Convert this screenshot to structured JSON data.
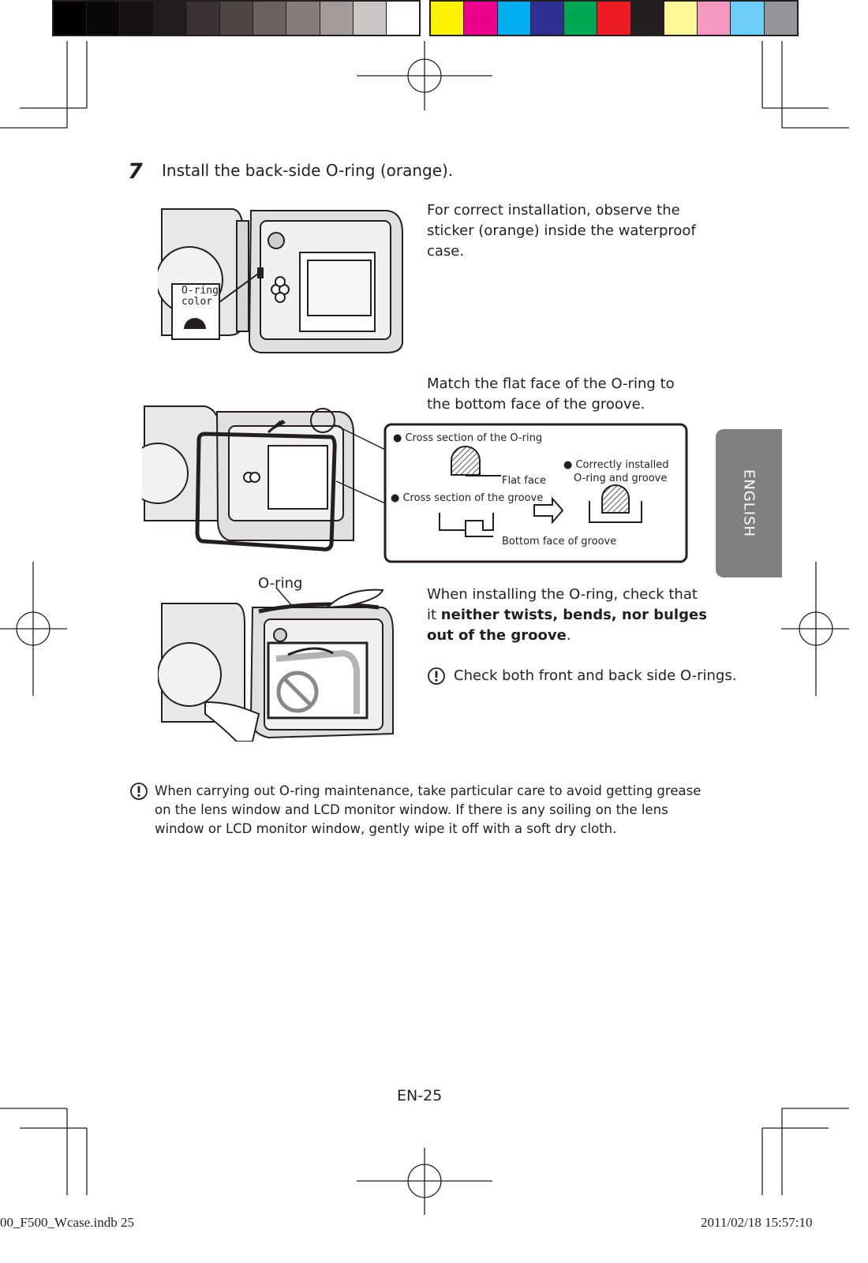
{
  "color_bar": {
    "grays": [
      "#000000",
      "#0a0808",
      "#151111",
      "#221d1d",
      "#3a3232",
      "#4f4646",
      "#6b6260",
      "#867c7a",
      "#a39b99",
      "#cbc6c3",
      "#ffffff"
    ],
    "colors": [
      "#fff200",
      "#ec008c",
      "#00aeef",
      "#2e3192",
      "#00a651",
      "#ed1c24",
      "#231f20",
      "#fff799",
      "#f49ac1",
      "#6dcff6",
      "#939598"
    ]
  },
  "step": {
    "number": "7",
    "title": "Install the back-side O-ring (orange)."
  },
  "note_sticker": "For correct installation, observe the sticker (orange) inside the waterproof case.",
  "oring_color_label": [
    "O-ring",
    "color"
  ],
  "note_flat_face": "Match the flat face of the O-ring to the bottom face of the groove.",
  "cross_section_box": {
    "oring_label": "Cross section of the O-ring",
    "flat_face_label": "Flat face",
    "groove_label": "Cross section of the groove",
    "bottom_label": "Bottom face of groove",
    "correct_label_line1": "Correctly installed",
    "correct_label_line2": "O-ring and groove"
  },
  "oring_label": "O-ring",
  "check_twist": {
    "intro": "When installing the O-ring, check that it",
    "bold": "neither twists, bends, nor bulges out of the groove",
    "end": "."
  },
  "check_both": "Check both front and back side O-rings.",
  "maintenance_note": "When carrying out O-ring maintenance, take particular care to avoid getting grease on the lens window and LCD monitor window. If there is any soiling on the lens window or LCD monitor window, gently wipe it off with a soft dry cloth.",
  "side_tab": "ENGLISH",
  "page_number": "EN-25",
  "footer": {
    "file": "00_F500_Wcase.indb   25",
    "timestamp": "2011/02/18   15:57:10"
  },
  "icons": [
    "caution-icon",
    "prohibited-icon",
    "arrow-right-icon",
    "registration-mark-icon"
  ]
}
